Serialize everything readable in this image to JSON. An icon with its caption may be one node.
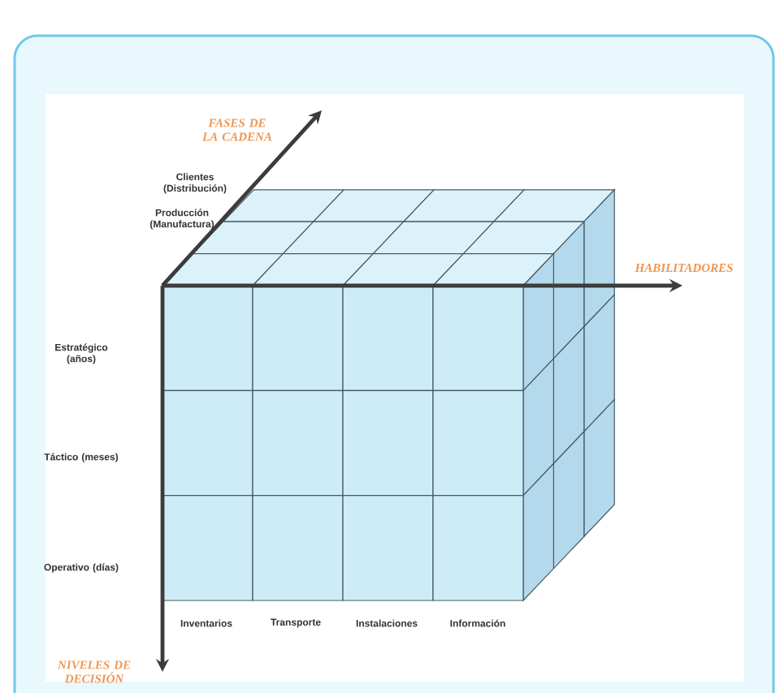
{
  "diagram": {
    "labels": [
      "FASES DE LA CADENA",
      "Clientes (Distribución)",
      "Producción (Manufactura)",
      "HABILITADORES",
      "Estratégico (años)",
      "Táctico (meses)",
      "Operativo (días)",
      "Inventarios",
      "Transporte",
      "Instalaciones",
      "Información",
      "NIVELES DE DECISIÓN"
    ]
  }
}
